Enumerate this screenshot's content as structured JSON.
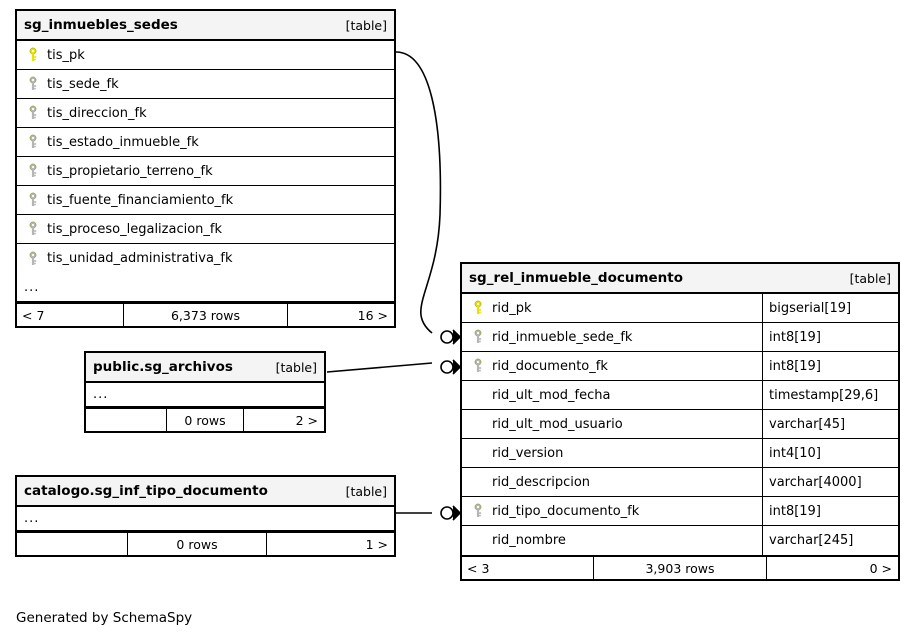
{
  "diagram": {
    "caption": "Generated by SchemaSpy",
    "table_tag": "[table]",
    "ellipsis": "...",
    "key_icons": {
      "primary": "primary-key-icon",
      "foreign": "foreign-key-icon"
    },
    "colors": {
      "primary_key": "#e8e200",
      "foreign_key": "#b5b5b5",
      "header_bg": "#f4f4f4",
      "border": "#000000",
      "background": "#ffffff"
    }
  },
  "tables": [
    {
      "id": "sg_inmuebles_sedes",
      "name": "sg_inmuebles_sedes",
      "tag": "[table]",
      "columns": [
        {
          "name": "tis_pk",
          "key": "primary",
          "type": ""
        },
        {
          "name": "tis_sede_fk",
          "key": "foreign",
          "type": ""
        },
        {
          "name": "tis_direccion_fk",
          "key": "foreign",
          "type": ""
        },
        {
          "name": "tis_estado_inmueble_fk",
          "key": "foreign",
          "type": ""
        },
        {
          "name": "tis_propietario_terreno_fk",
          "key": "foreign",
          "type": ""
        },
        {
          "name": "tis_fuente_financiamiento_fk",
          "key": "foreign",
          "type": ""
        },
        {
          "name": "tis_proceso_legalizacion_fk",
          "key": "foreign",
          "type": ""
        },
        {
          "name": "tis_unidad_administrativa_fk",
          "key": "foreign",
          "type": ""
        }
      ],
      "has_ellipsis_row": true,
      "footer": {
        "left": "< 7",
        "middle": "6,373 rows",
        "right": "16 >"
      }
    },
    {
      "id": "public_sg_archivos",
      "name": "public.sg_archivos",
      "tag": "[table]",
      "columns": [],
      "has_ellipsis_row": true,
      "footer": {
        "left": "",
        "middle": "0 rows",
        "right": "2 >"
      }
    },
    {
      "id": "catalogo_sg_inf_tipo_documento",
      "name": "catalogo.sg_inf_tipo_documento",
      "tag": "[table]",
      "columns": [],
      "has_ellipsis_row": true,
      "footer": {
        "left": "",
        "middle": "0 rows",
        "right": "1 >"
      }
    },
    {
      "id": "sg_rel_inmueble_documento",
      "name": "sg_rel_inmueble_documento",
      "tag": "[table]",
      "columns": [
        {
          "name": "rid_pk",
          "key": "primary",
          "type": "bigserial[19]"
        },
        {
          "name": "rid_inmueble_sede_fk",
          "key": "foreign",
          "type": "int8[19]"
        },
        {
          "name": "rid_documento_fk",
          "key": "foreign",
          "type": "int8[19]"
        },
        {
          "name": "rid_ult_mod_fecha",
          "key": "none",
          "type": "timestamp[29,6]"
        },
        {
          "name": "rid_ult_mod_usuario",
          "key": "none",
          "type": "varchar[45]"
        },
        {
          "name": "rid_version",
          "key": "none",
          "type": "int4[10]"
        },
        {
          "name": "rid_descripcion",
          "key": "none",
          "type": "varchar[4000]"
        },
        {
          "name": "rid_tipo_documento_fk",
          "key": "foreign",
          "type": "int8[19]"
        },
        {
          "name": "rid_nombre",
          "key": "none",
          "type": "varchar[245]"
        }
      ],
      "has_ellipsis_row": false,
      "footer": {
        "left": "< 3",
        "middle": "3,903 rows",
        "right": "0 >"
      }
    }
  ],
  "relationships": [
    {
      "id": "rel-inmueble-sede",
      "from": "sg_inmuebles_sedes.tis_pk",
      "to": "sg_rel_inmueble_documento.rid_inmueble_sede_fk",
      "notation": "zero-or-many"
    },
    {
      "id": "rel-documento",
      "from": "public.sg_archivos",
      "to": "sg_rel_inmueble_documento.rid_documento_fk",
      "notation": "zero-or-many"
    },
    {
      "id": "rel-tipo-documento",
      "from": "catalogo.sg_inf_tipo_documento",
      "to": "sg_rel_inmueble_documento.rid_tipo_documento_fk",
      "notation": "zero-or-many"
    }
  ]
}
